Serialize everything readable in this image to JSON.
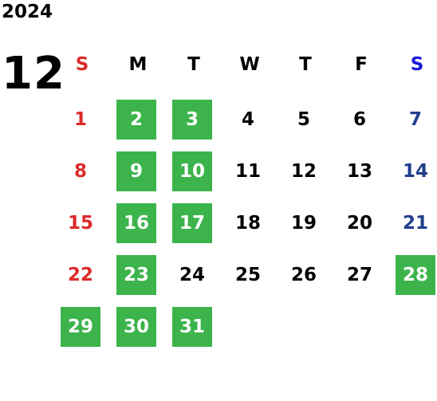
{
  "calendar": {
    "year": "2024",
    "month": "12",
    "weekdays": [
      "S",
      "M",
      "T",
      "W",
      "T",
      "F",
      "S"
    ],
    "weeks": [
      [
        {
          "d": "1"
        },
        {
          "d": "2",
          "hl": true
        },
        {
          "d": "3",
          "hl": true
        },
        {
          "d": "4"
        },
        {
          "d": "5"
        },
        {
          "d": "6"
        },
        {
          "d": "7"
        }
      ],
      [
        {
          "d": "8"
        },
        {
          "d": "9",
          "hl": true
        },
        {
          "d": "10",
          "hl": true
        },
        {
          "d": "11"
        },
        {
          "d": "12"
        },
        {
          "d": "13"
        },
        {
          "d": "14"
        }
      ],
      [
        {
          "d": "15"
        },
        {
          "d": "16",
          "hl": true
        },
        {
          "d": "17",
          "hl": true
        },
        {
          "d": "18"
        },
        {
          "d": "19"
        },
        {
          "d": "20"
        },
        {
          "d": "21"
        }
      ],
      [
        {
          "d": "22"
        },
        {
          "d": "23",
          "hl": true
        },
        {
          "d": "24"
        },
        {
          "d": "25"
        },
        {
          "d": "26"
        },
        {
          "d": "27"
        },
        {
          "d": "28",
          "hl": true
        }
      ],
      [
        {
          "d": "29",
          "hl": true
        },
        {
          "d": "30",
          "hl": true
        },
        {
          "d": "31",
          "hl": true
        }
      ]
    ]
  },
  "colors": {
    "highlight": "#3cb44b",
    "sunday": "#dc2a2a",
    "saturday_header": "#1a1ad8",
    "saturday": "#1f3e8c"
  }
}
